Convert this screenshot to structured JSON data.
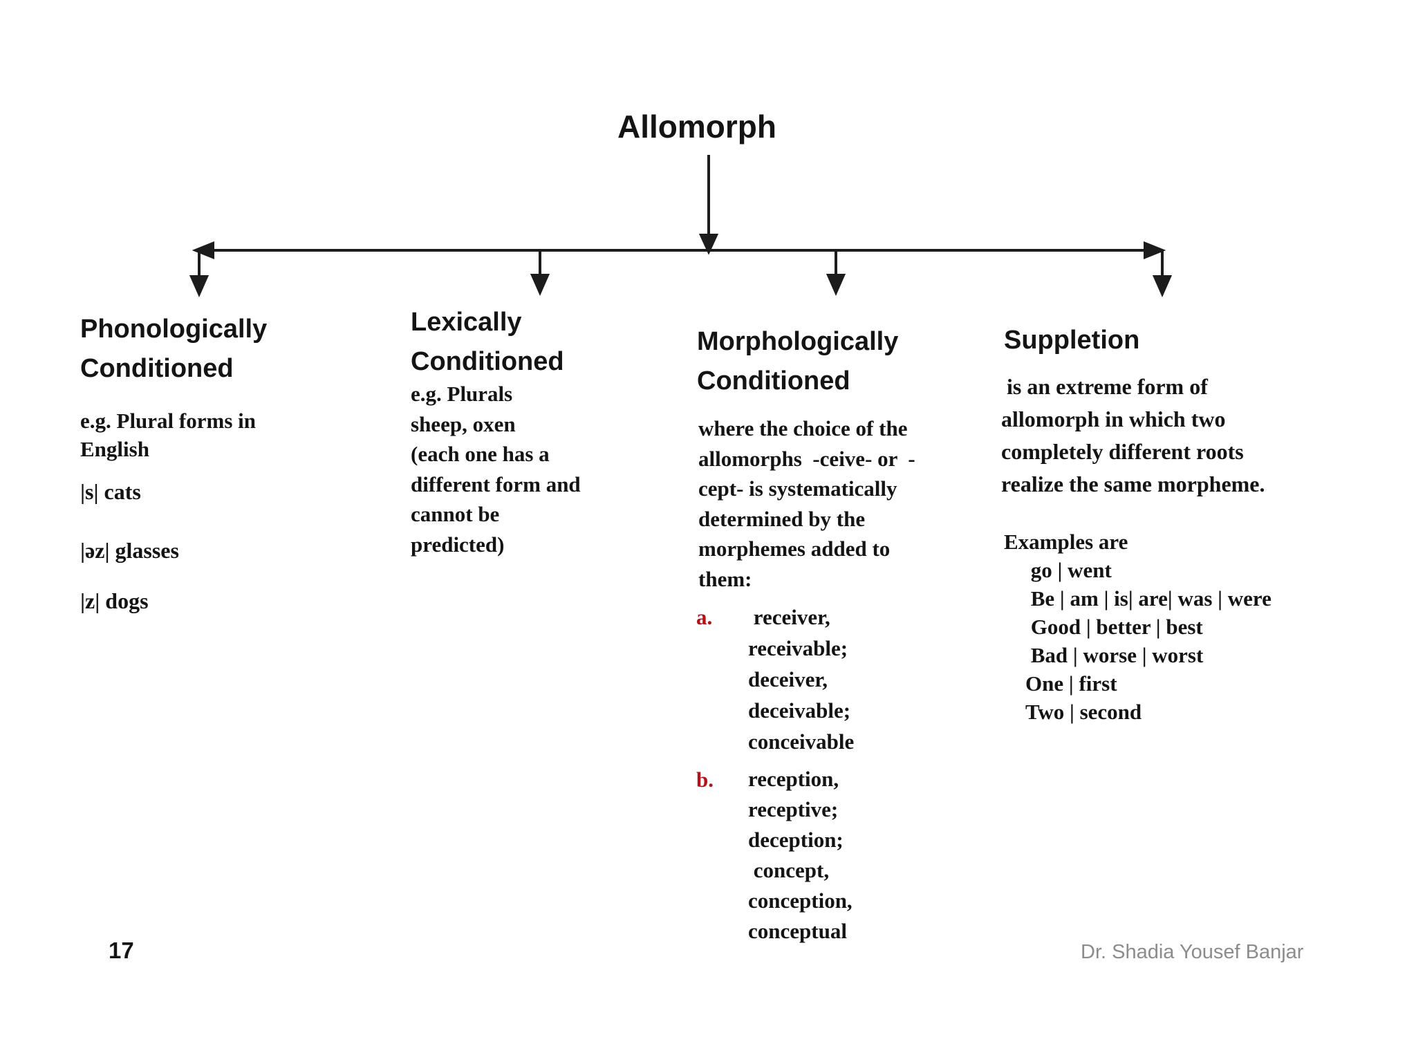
{
  "slide": {
    "title": "Allomorph",
    "page_number": "17",
    "credit": "Dr. Shadia Yousef Banjar"
  },
  "columns": [
    {
      "heading": "Phonologically\nConditioned",
      "intro": "e.g. Plural forms in\nEnglish",
      "items": [
        "|s| cats",
        "|əz| glasses",
        "|z| dogs"
      ]
    },
    {
      "heading": "Lexically\nConditioned",
      "body": "e.g. Plurals\nsheep, oxen\n(each one has a\ndifferent form and\ncannot be\npredicted)"
    },
    {
      "heading": "Morphologically\nConditioned",
      "body": "where the choice of the\nallomorphs  -ceive- or  -\ncept- is systematically\ndetermined by the\nmorphemes added to\nthem:",
      "lists": [
        {
          "marker": "a.",
          "text": " receiver,\nreceivable;\ndeceiver,\ndeceivable;\nconceivable"
        },
        {
          "marker": "b.",
          "text": "reception,\nreceptive;\ndeception;\n concept,\nconception,\nconceptual"
        }
      ]
    },
    {
      "heading": "Suppletion",
      "body": " is an extreme form of\nallomorph in which two\ncompletely different roots\nrealize the same morpheme.",
      "examples_title": "Examples are",
      "examples": "     go | went\n     Be | am | is| are| was | were\n     Good | better | best\n     Bad | worse | worst\n    One | first\n    Two | second"
    }
  ],
  "colors": {
    "text": "#141414",
    "accent_red": "#b41218",
    "credit_gray": "#8c8c8c",
    "line": "#1c1c1c",
    "background": "#ffffff"
  }
}
